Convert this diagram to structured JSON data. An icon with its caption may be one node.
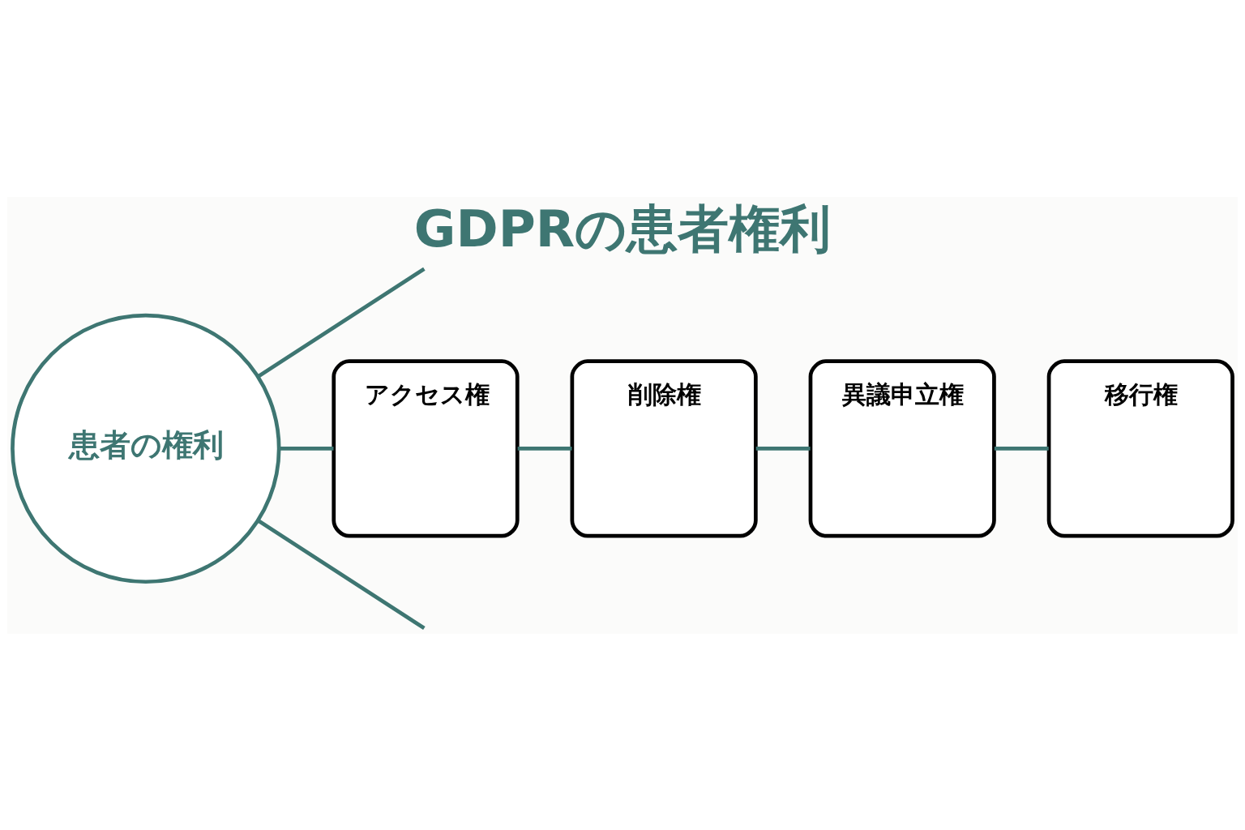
{
  "diagram": {
    "title": "GDPRの患者権利",
    "nodes": [
      {
        "text": [
          "患者の権利"
        ]
      },
      {
        "text": [
          "アクセス権"
        ]
      },
      {
        "text": [
          "削除権"
        ]
      },
      {
        "text": [
          "異議申立権"
        ]
      },
      {
        "text": [
          "移行権"
        ]
      }
    ],
    "edges": [
      {
        "from": 0,
        "to": null,
        "arrow": "none"
      },
      {
        "from": 0,
        "to": 1,
        "arrow": "none"
      },
      {
        "from": 0,
        "to": null,
        "arrow": "none"
      },
      {
        "from": 1,
        "to": 2,
        "arrow": "none"
      },
      {
        "from": 2,
        "to": 3,
        "arrow": "none"
      },
      {
        "from": 3,
        "to": 4,
        "arrow": "none"
      }
    ]
  }
}
